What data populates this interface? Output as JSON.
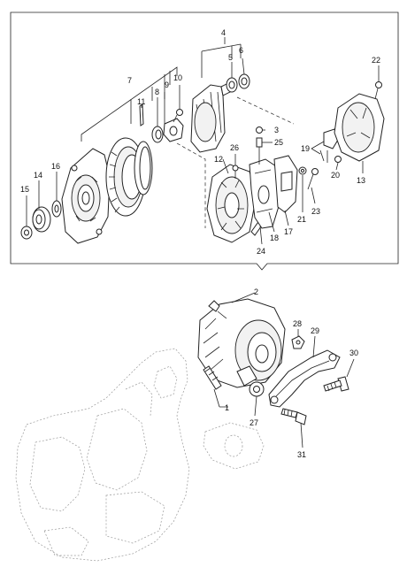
{
  "callouts": {
    "c1": "1",
    "c2": "2",
    "c3": "3",
    "c4": "4",
    "c5": "5",
    "c6": "6",
    "c7": "7",
    "c8": "8",
    "c9": "9",
    "c10": "10",
    "c11": "11",
    "c12": "12",
    "c13": "13",
    "c14": "14",
    "c15": "15",
    "c16": "16",
    "c17": "17",
    "c18": "18",
    "c19": "19",
    "c20": "20",
    "c21": "21",
    "c22": "22",
    "c23": "23",
    "c24": "24",
    "c25": "25",
    "c26": "26",
    "c27": "27",
    "c28": "28",
    "c29": "29",
    "c30": "30",
    "c31": "31"
  },
  "colors": {
    "line": "#222222",
    "background": "#ffffff",
    "ghost": "#999999"
  }
}
